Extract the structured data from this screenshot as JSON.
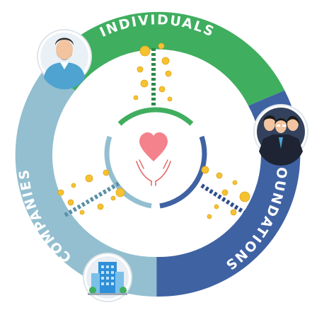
{
  "segments": {
    "individuals": {
      "label": "INDIVIDUALS",
      "color": "#3fae5f",
      "icon": "person-avatar-icon"
    },
    "foundations": {
      "label": "FOUNDATIONS",
      "color": "#3f62a3",
      "icon": "group-people-icon"
    },
    "companies": {
      "label": "COMPANIES",
      "color": "#93bfd0",
      "icon": "office-building-icon"
    }
  },
  "center": {
    "icon": "heart-in-hands-icon",
    "heart_color": "#f4828c"
  },
  "coin_color": "#f5c232"
}
